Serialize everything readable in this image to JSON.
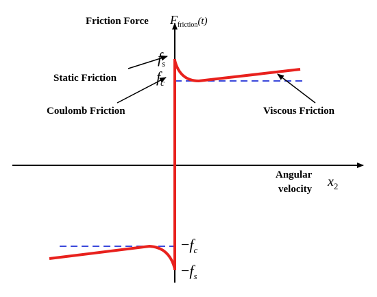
{
  "labels": {
    "title": "Friction Force",
    "y_symbol": "F",
    "y_subscript": "friction",
    "y_argument": "(t)",
    "static_friction": "Static Friction",
    "coulomb_friction": "Coulomb Friction",
    "viscous_friction": "Viscous Friction",
    "x_title_line1": "Angular",
    "x_title_line2": "velocity",
    "x_symbol": "x",
    "x_subscript": "2",
    "fs_symbol": "f",
    "fs_subscript": "s",
    "fc_symbol": "f",
    "fc_subscript": "c",
    "neg_fc_prefix": "−",
    "neg_fc_symbol": "f",
    "neg_fc_subscript": "c",
    "neg_fs_prefix": "−",
    "neg_fs_symbol": "f",
    "neg_fs_subscript": "s"
  },
  "colors": {
    "curve": "#e8211d",
    "coulomb_level_dashes": "#1f2fd6",
    "axes": "#000000"
  }
}
